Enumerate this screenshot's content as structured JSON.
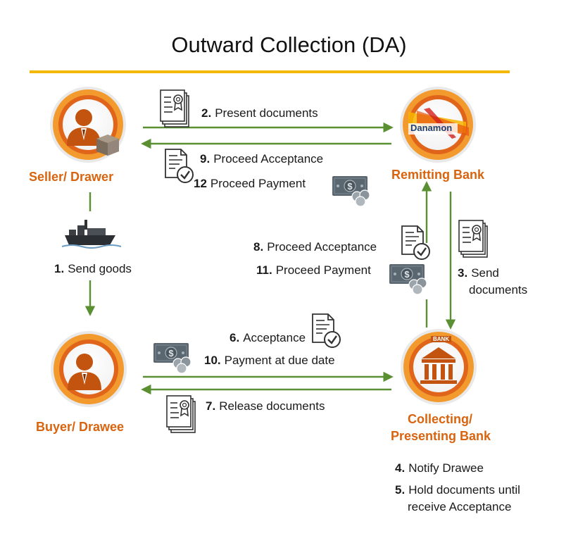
{
  "title": "Outward Collection (DA)",
  "colors": {
    "accent_bar": "#f5b800",
    "entity_text": "#d9640f",
    "arrow": "#5a8f32",
    "circle_outer": "#f29a2e",
    "circle_inner": "#e0651a",
    "money": "#5b6770"
  },
  "entities": {
    "seller": "Seller/ Drawer",
    "remitting": "Remitting Bank",
    "buyer": "Buyer/ Drawee",
    "collecting_line1": "Collecting/",
    "collecting_line2": "Presenting Bank"
  },
  "bank_logo_text": "Danamon",
  "bank_sign_text": "BANK",
  "steps": {
    "s1": {
      "num": "1.",
      "text": "Send goods"
    },
    "s2": {
      "num": "2.",
      "text": "Present documents"
    },
    "s3": {
      "num": "3.",
      "text_line1": "Send",
      "text_line2": "documents"
    },
    "s4": {
      "num": "4.",
      "text": "Notify Drawee"
    },
    "s5": {
      "num": "5.",
      "text_line1": "Hold documents until",
      "text_line2": "receive Acceptance"
    },
    "s6": {
      "num": "6.",
      "text": "Acceptance"
    },
    "s7": {
      "num": "7.",
      "text": "Release documents"
    },
    "s8": {
      "num": "8.",
      "text": "Proceed Acceptance"
    },
    "s9": {
      "num": "9.",
      "text": "Proceed Acceptance"
    },
    "s10": {
      "num": "10.",
      "text": "Payment at due date"
    },
    "s11": {
      "num": "11.",
      "text": "Proceed Payment"
    },
    "s12": {
      "num": "12",
      "text": "Proceed Payment"
    }
  },
  "icons": [
    "document-certificate-icon",
    "document-check-icon",
    "money-icon",
    "ship-icon",
    "person-icon",
    "bank-building-icon",
    "box-icon"
  ]
}
